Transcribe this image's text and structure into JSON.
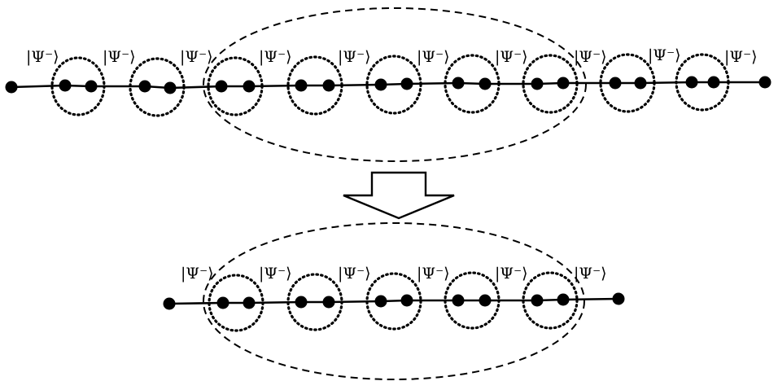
{
  "diagram": {
    "pair_label": "|Ψ⁻⟩",
    "top_chain": {
      "site_count": 20,
      "singlet_pairs": 9,
      "highlighted_pairs": 5
    },
    "bottom_chain": {
      "site_count": 12,
      "singlet_pairs": 5,
      "label_count": 6
    }
  }
}
